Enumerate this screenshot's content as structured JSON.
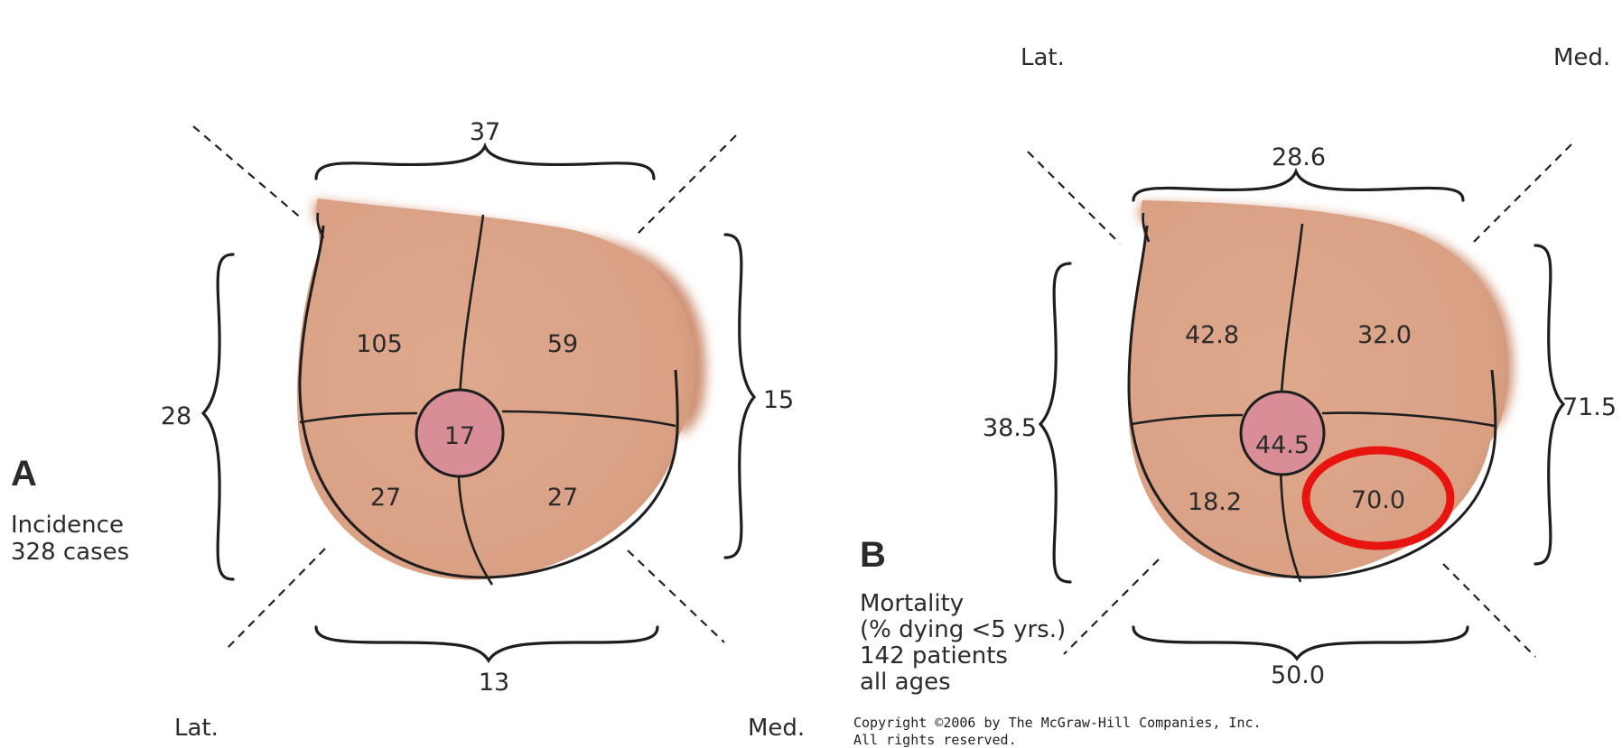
{
  "panel_a": {
    "letter": "A",
    "caption_lines": [
      "Incidence",
      "328 cases"
    ],
    "lateral_label": "Lat.",
    "medial_label": "Med.",
    "top_value": "37",
    "bottom_value": "13",
    "left_value": "28",
    "right_value": "15",
    "quadrants": {
      "upper_outer": "105",
      "upper_inner": "59",
      "central": "17",
      "lower_outer": "27",
      "lower_inner": "27"
    }
  },
  "panel_b": {
    "letter": "B",
    "caption_lines": [
      "Mortality",
      "(% dying <5 yrs.)",
      "142 patients",
      "all ages"
    ],
    "lateral_label": "Lat.",
    "medial_label": "Med.",
    "top_value": "28.6",
    "bottom_value": "50.0",
    "left_value": "38.5",
    "right_value": "71.5",
    "quadrants": {
      "upper_outer": "42.8",
      "upper_inner": "32.0",
      "central": "44.5",
      "lower_outer": "18.2",
      "lower_inner": "70.0"
    },
    "highlight_color": "#e8140f"
  },
  "colors": {
    "skin": "#dca58a",
    "skin_shadow": "#c98a6c",
    "areola": "#d98e97",
    "ink": "#1e1e1e"
  },
  "copyright_lines": [
    "Copyright ©2006 by The McGraw-Hill Companies, Inc.",
    "All rights reserved."
  ]
}
